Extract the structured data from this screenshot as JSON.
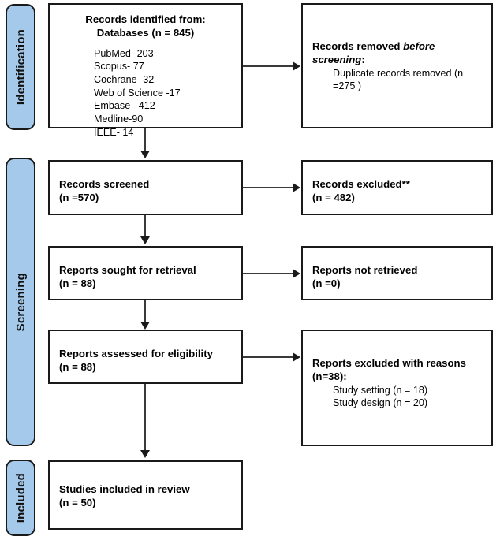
{
  "diagram": {
    "type": "prisma-flow-diagram",
    "accent_color": "#a5c9ea",
    "border_color": "#1a1a1a",
    "background_color": "#ffffff"
  },
  "stages": [
    {
      "label": "Identification"
    },
    {
      "label": "Screening"
    },
    {
      "label": "Included"
    }
  ],
  "boxes": {
    "identified": {
      "title_line1": "Records identified from:",
      "title_line2": "Databases (n = 845)",
      "databases": [
        "PubMed -203",
        "Scopus- 77",
        "Cochrane- 32",
        "Web of Science -17",
        "Embase –412",
        "Medline-90",
        "IEEE- 14"
      ]
    },
    "removed_before_screening": {
      "title_prefix": "Records removed ",
      "title_italic": "before screening",
      "title_suffix": ":",
      "detail": "Duplicate records removed (n =275 )"
    },
    "records_screened": {
      "title": "Records screened",
      "count": "(n =570)"
    },
    "records_excluded": {
      "title": "Records excluded**",
      "count": "(n = 482)"
    },
    "reports_sought": {
      "title": "Reports sought for retrieval",
      "count": "(n = 88)"
    },
    "reports_not_retrieved": {
      "title": "Reports not retrieved",
      "count": "(n =0)"
    },
    "reports_assessed": {
      "title": "Reports assessed for eligibility",
      "count": "(n = 88)"
    },
    "reports_excluded_reasons": {
      "title": "Reports excluded with reasons",
      "count": "(n=38):",
      "reasons": [
        "Study setting (n = 18)",
        "Study design (n = 20)"
      ]
    },
    "studies_included": {
      "title": "Studies included in review",
      "count": "(n = 50)"
    }
  }
}
